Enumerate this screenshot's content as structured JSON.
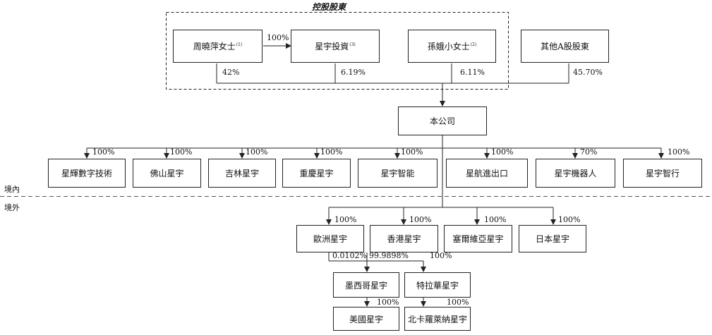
{
  "group_title": "控股股東",
  "regions": {
    "domestic": "境內",
    "overseas": "境外"
  },
  "shareholders": [
    {
      "name": "周曉萍女士",
      "note": "(1)"
    },
    {
      "name": "星宇投資",
      "note": "(3)"
    },
    {
      "name": "孫娥小女士",
      "note": "(2)"
    },
    {
      "name": "其他A股股東",
      "note": ""
    }
  ],
  "shareholder_pcts": [
    "42%",
    "6.19%",
    "6.11%",
    "45.70%"
  ],
  "zhou_to_xingyu_pct": "100%",
  "company": "本公司",
  "domestic_subs": [
    {
      "name": "星輝數字技術",
      "pct": "100%"
    },
    {
      "name": "佛山星宇",
      "pct": "100%"
    },
    {
      "name": "吉林星宇",
      "pct": "100%"
    },
    {
      "name": "重慶星宇",
      "pct": "100%"
    },
    {
      "name": "星宇智能",
      "pct": "100%"
    },
    {
      "name": "星航進出口",
      "pct": "100%"
    },
    {
      "name": "星宇機器人",
      "pct": "70%"
    },
    {
      "name": "星宇智行",
      "pct": "100%"
    }
  ],
  "overseas_subs": [
    {
      "name": "歐洲星宇",
      "pct": "100%"
    },
    {
      "name": "香港星宇",
      "pct": "100%"
    },
    {
      "name": "塞爾維亞星宇",
      "pct": "100%"
    },
    {
      "name": "日本星宇",
      "pct": "100%"
    }
  ],
  "mexico": {
    "name": "墨西哥星宇",
    "pct_from_europe": "0.0102%",
    "pct_from_hk": "99.9898%"
  },
  "tralahua": {
    "name": "特拉華星宇",
    "pct": "100%"
  },
  "usa": {
    "name": "美國星宇",
    "pct": "100%"
  },
  "nc": {
    "name": "北卡羅萊納星宇",
    "pct": "100%"
  }
}
